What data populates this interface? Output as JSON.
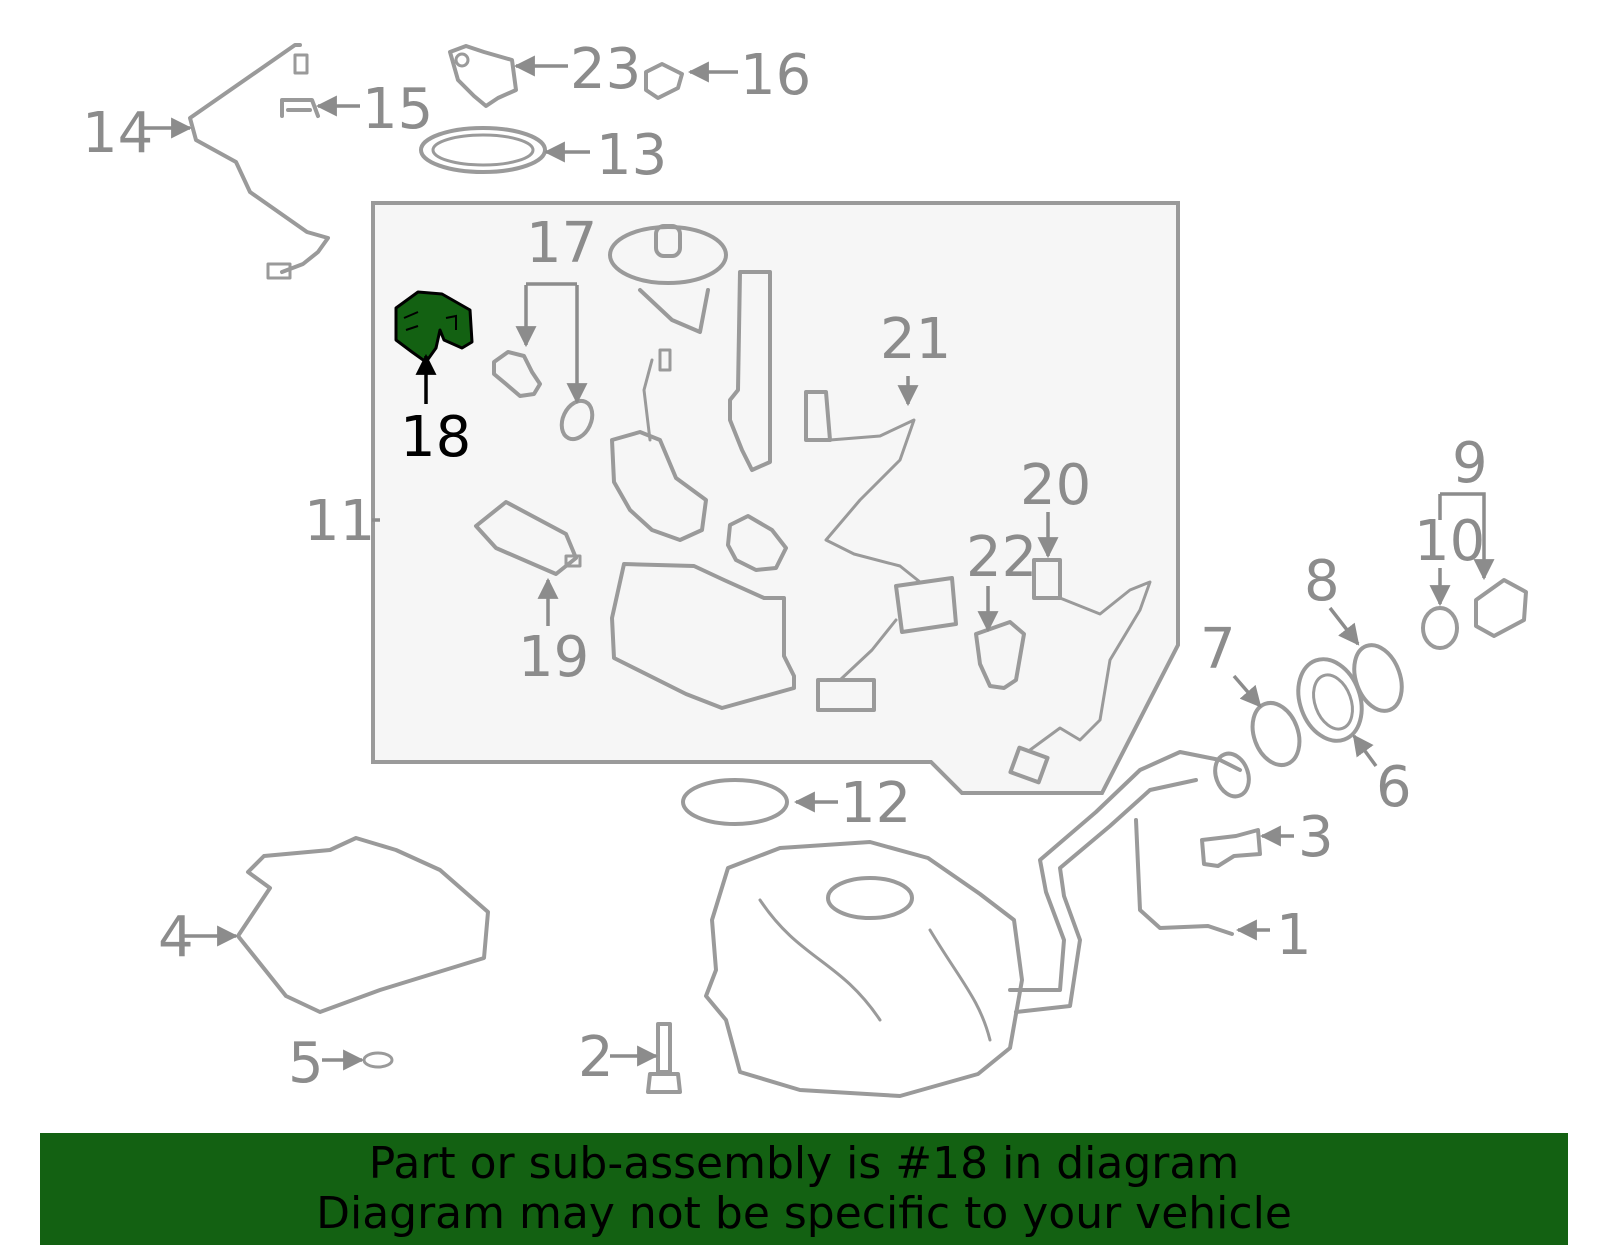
{
  "diagram": {
    "highlight_color": "#136112",
    "part_color": "#9a9a9a",
    "selected_callout": "18",
    "callouts": {
      "c1": "1",
      "c2": "2",
      "c3": "3",
      "c4": "4",
      "c5": "5",
      "c6": "6",
      "c7": "7",
      "c8": "8",
      "c9": "9",
      "c10": "10",
      "c11": "11",
      "c12": "12",
      "c13": "13",
      "c14": "14",
      "c15": "15",
      "c16": "16",
      "c17": "17",
      "c18": "18",
      "c19": "19",
      "c20": "20",
      "c21": "21",
      "c22": "22",
      "c23": "23"
    }
  },
  "banner": {
    "background": "#136112",
    "line1": "Part or sub-assembly is #18 in diagram",
    "line2": "Diagram may not be specific to your vehicle"
  }
}
